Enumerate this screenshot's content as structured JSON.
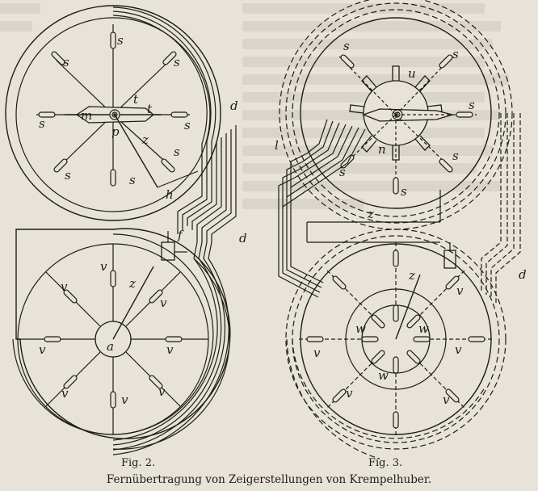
{
  "figures": {
    "fig2": {
      "caption": "Fig. 2.",
      "labels": {
        "s": "s",
        "t": "t",
        "m": "m",
        "p": "p",
        "z": "z",
        "h": "h",
        "d": "d",
        "f": "f",
        "v": "v",
        "a": "a"
      }
    },
    "fig3": {
      "caption": "Fig. 3.",
      "labels": {
        "s": "s",
        "u": "u",
        "n": "n",
        "l": "l",
        "d": "d",
        "z": "z",
        "v": "v",
        "w": "w"
      }
    }
  },
  "plate_title": "Fernübertragung von Zeigerstellungen von Krempelhuber.",
  "colors": {
    "ink": "#1e1c18",
    "paper": "#e7e3d9"
  }
}
